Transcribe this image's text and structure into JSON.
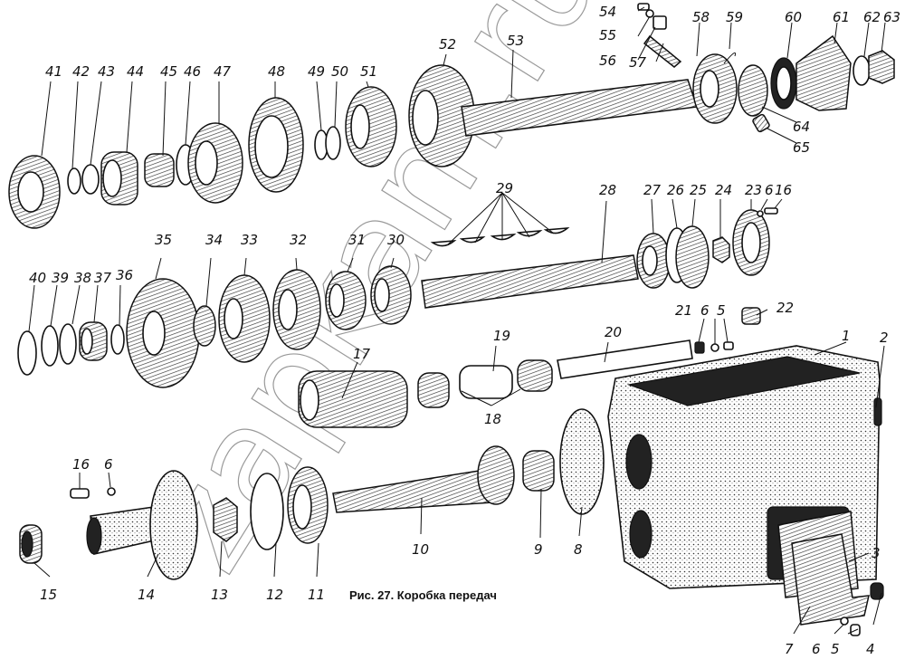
{
  "figure": {
    "caption": "Рис. 27. Коробка передач",
    "watermark": "zapkam.ru",
    "ink_color": "#111111",
    "paper_color": "#ffffff"
  },
  "part_labels": [
    "1",
    "2",
    "3",
    "4",
    "5",
    "6",
    "7",
    "8",
    "9",
    "10",
    "11",
    "12",
    "13",
    "14",
    "15",
    "16",
    "6",
    "17",
    "18",
    "19",
    "20",
    "21",
    "6",
    "5",
    "22",
    "23",
    "6",
    "16",
    "24",
    "25",
    "26",
    "27",
    "28",
    "29",
    "30",
    "31",
    "32",
    "33",
    "34",
    "35",
    "36",
    "37",
    "38",
    "39",
    "40",
    "41",
    "42",
    "43",
    "44",
    "45",
    "46",
    "47",
    "48",
    "49",
    "50",
    "51",
    "52",
    "53",
    "54",
    "55",
    "56",
    "57",
    "58",
    "59",
    "60",
    "61",
    "62",
    "63",
    "64",
    "65"
  ]
}
